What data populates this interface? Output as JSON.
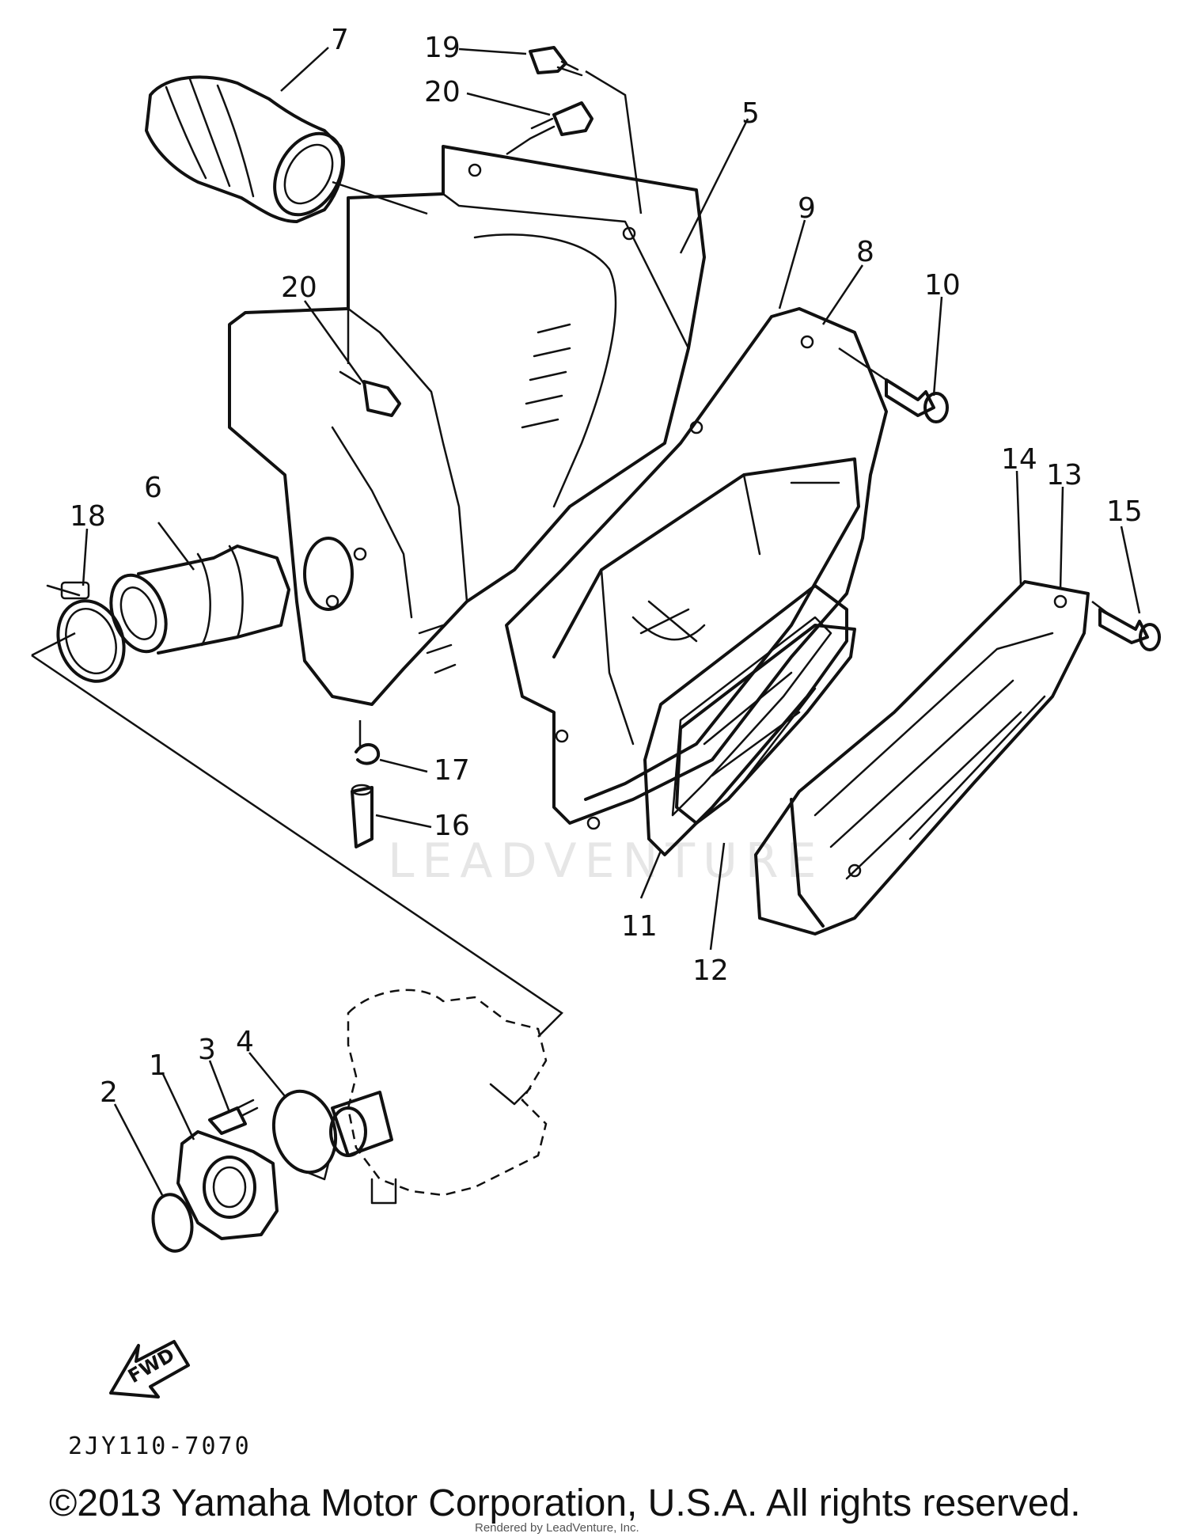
{
  "callouts": [
    {
      "id": "1",
      "label": "1"
    },
    {
      "id": "2",
      "label": "2"
    },
    {
      "id": "3",
      "label": "3"
    },
    {
      "id": "4",
      "label": "4"
    },
    {
      "id": "5",
      "label": "5"
    },
    {
      "id": "6",
      "label": "6"
    },
    {
      "id": "7",
      "label": "7"
    },
    {
      "id": "8",
      "label": "8"
    },
    {
      "id": "9",
      "label": "9"
    },
    {
      "id": "10",
      "label": "10"
    },
    {
      "id": "11",
      "label": "11"
    },
    {
      "id": "12",
      "label": "12"
    },
    {
      "id": "13",
      "label": "13"
    },
    {
      "id": "14",
      "label": "14"
    },
    {
      "id": "15",
      "label": "15"
    },
    {
      "id": "16",
      "label": "16"
    },
    {
      "id": "17",
      "label": "17"
    },
    {
      "id": "18",
      "label": "18"
    },
    {
      "id": "19",
      "label": "19"
    },
    {
      "id": "20a",
      "label": "20"
    },
    {
      "id": "20b",
      "label": "20"
    }
  ],
  "direction_marker": "FWD",
  "diagram_code": "2JY110-7070",
  "watermark": "LEADVENTURE",
  "copyright": "©2013 Yamaha Motor Corporation, U.S.A. All rights reserved.",
  "rendered_by": "Rendered by LeadVenture, Inc."
}
